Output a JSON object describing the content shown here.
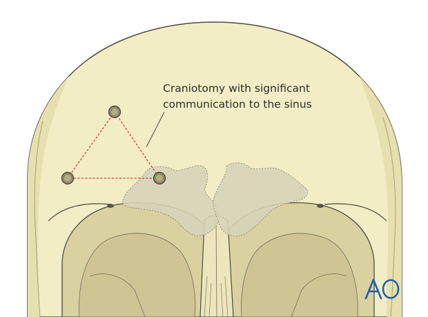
{
  "annotation": {
    "line1": "Craniotomy with significant",
    "line2": "communication to the sinus"
  },
  "logo": {
    "text": "AO",
    "color": "#1f5fa8"
  },
  "colors": {
    "bone": "#f3edc6",
    "bone_shadow": "#e6dfae",
    "orbit": "#d9d1a0",
    "orbit_deep": "#cfc594",
    "sinus": "#d6d3b8",
    "outline": "#4a4a42",
    "burr_hole": "#8f8a6a",
    "cut_line": "#d9362f"
  }
}
